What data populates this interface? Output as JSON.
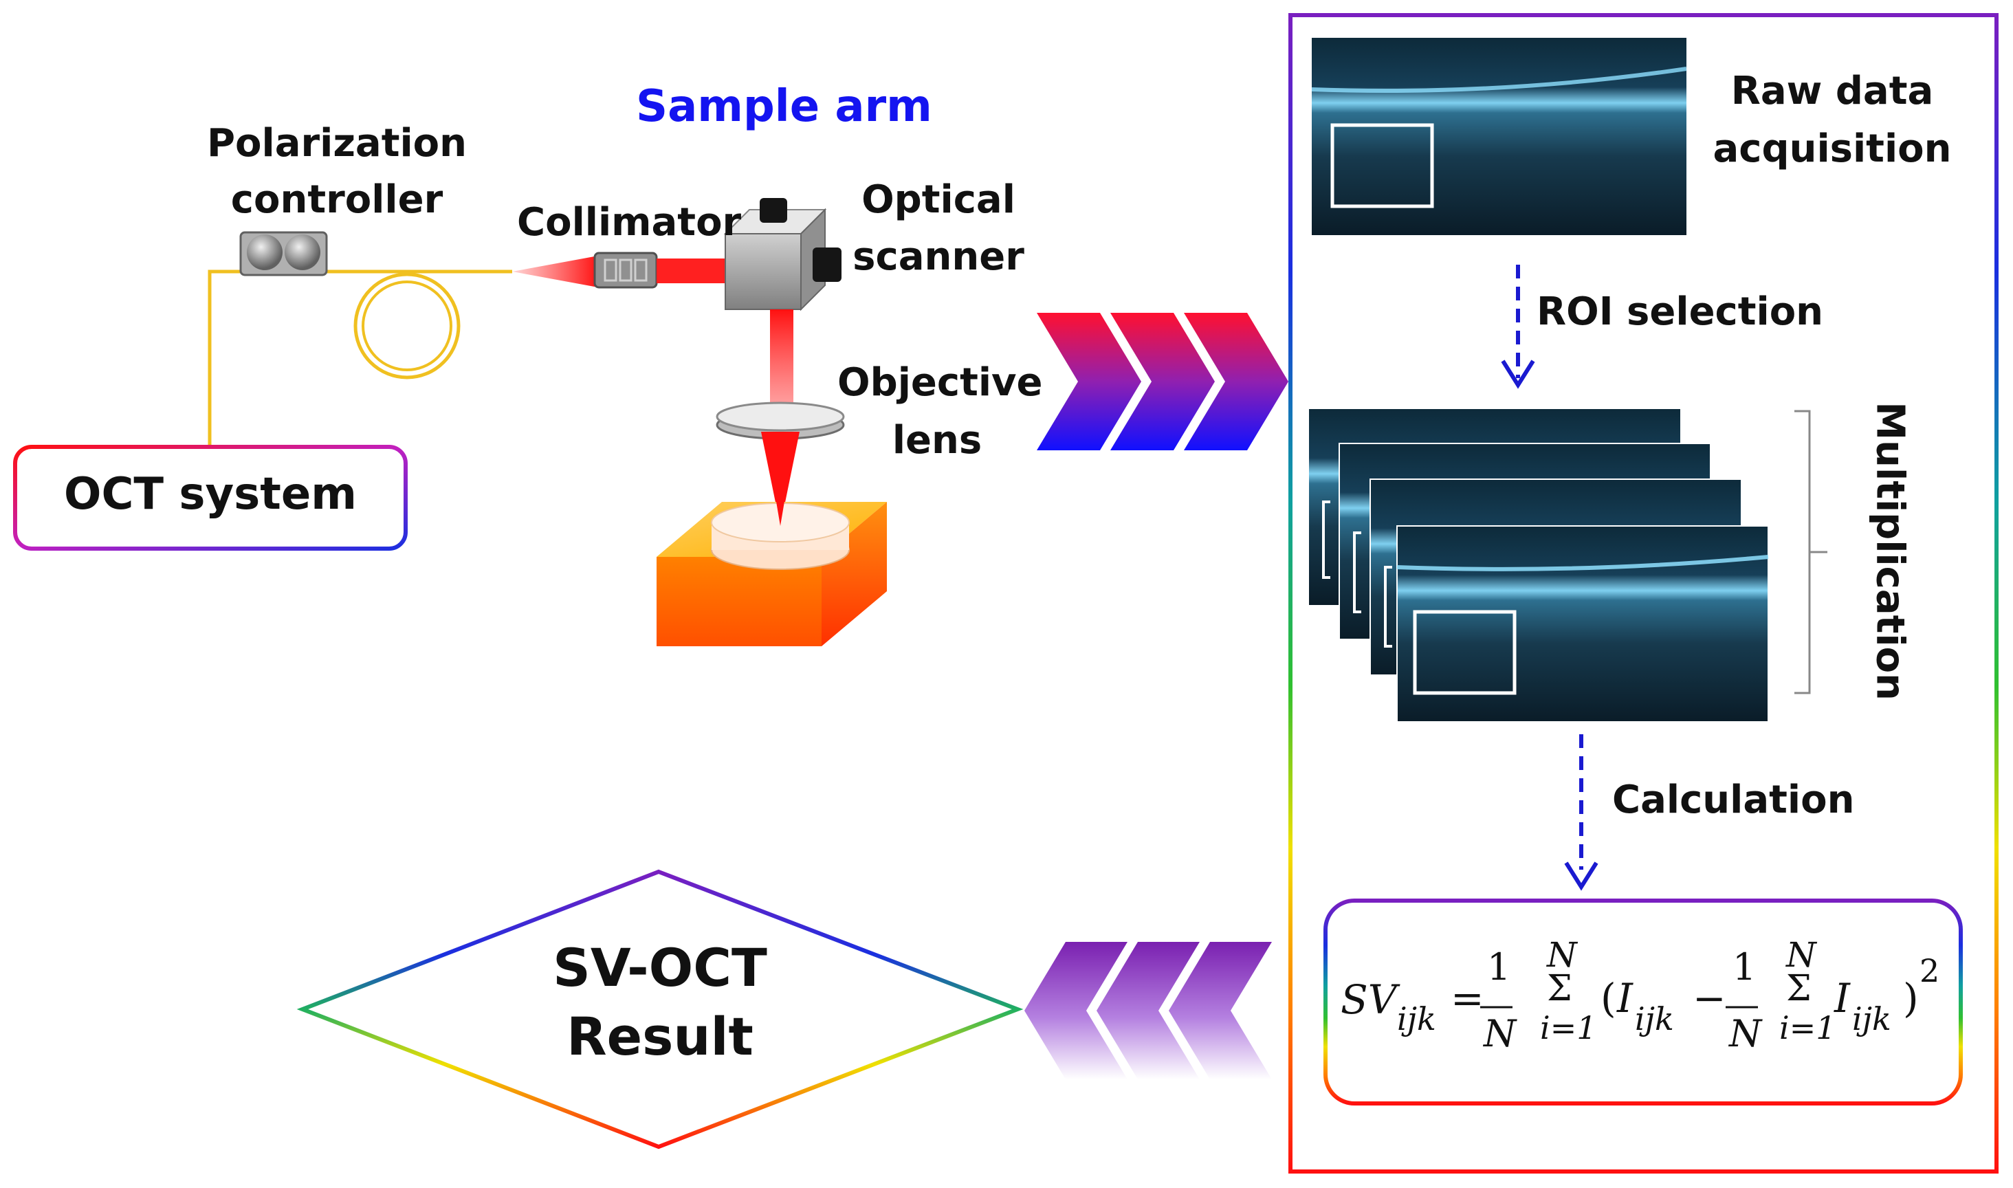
{
  "labels": {
    "sample_arm": "Sample arm",
    "polarization_line1": "Polarization",
    "polarization_line2": "controller",
    "collimator": "Collimator",
    "optical_line1": "Optical",
    "optical_line2": "scanner",
    "objective_line1": "Objective",
    "objective_line2": "lens",
    "oct_system": "OCT system",
    "raw_line1": "Raw data",
    "raw_line2": "acquisition",
    "roi_selection": "ROI selection",
    "multiplication": "Multiplication",
    "calculation": "Calculation",
    "result_line1": "SV-OCT",
    "result_line2": "Result"
  },
  "formula": {
    "sv": "SV",
    "sv_sub": "ijk",
    "equals": "=",
    "one_a": "1",
    "n_a": "N",
    "sum_top_a": "N",
    "sigma_a": "Σ",
    "sum_bottom_a": "i=1",
    "paren_open": "(",
    "i_a": "I",
    "i_a_sub": "ijk",
    "minus": "−",
    "one_b": "1",
    "n_b": "N",
    "sum_top_b": "N",
    "sigma_b": "Σ",
    "sum_bottom_b": "i=1",
    "i_b": "I",
    "i_b_sub": "ijk",
    "paren_close": ")",
    "exponent": "2"
  },
  "colors": {
    "sample_arm_text": "#1414f0",
    "frame_border": "#7a2fc0",
    "fiber": "#f0c020",
    "beam": "#ff2020",
    "dashed_arrow": "#1a1ad0"
  }
}
